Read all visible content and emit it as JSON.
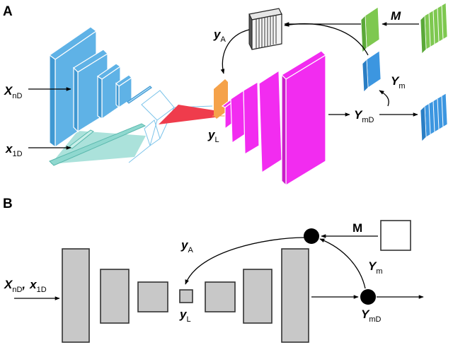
{
  "panels": {
    "A": {
      "label": "A",
      "labels": {
        "M": "M",
        "yA": {
          "main": "y",
          "sub": "A"
        },
        "XnD": {
          "main": "X",
          "sub": "nD"
        },
        "x1D": {
          "main": "x",
          "sub": "1D"
        },
        "Ym": {
          "main": "Y",
          "sub": "m"
        },
        "YmD": {
          "main": "Y",
          "sub": "mD"
        },
        "yL": {
          "main": "y",
          "sub": "L"
        }
      },
      "colors": {
        "encoder": "#5fb2e6",
        "encoder_1d": "#8fd8cf",
        "fusion": "#ef3c4c",
        "latent": "#f5a24a",
        "decoder": "#f22cf0",
        "mask": "#7ec850",
        "output": "#3c96e0",
        "auxiliary": "#bdbdbd"
      }
    },
    "B": {
      "label": "B",
      "labels": {
        "M": "M",
        "yA": {
          "main": "y",
          "sub": "A"
        },
        "Xin": {
          "main": "X",
          "sub": "nD"
        },
        "x1D": {
          "main": "x",
          "sub": "1D"
        },
        "comma": ",",
        "Ym": {
          "main": "Y",
          "sub": "m"
        },
        "YmD": {
          "main": "Y",
          "sub": "mD"
        },
        "yL": {
          "main": "y",
          "sub": "L"
        }
      }
    }
  }
}
